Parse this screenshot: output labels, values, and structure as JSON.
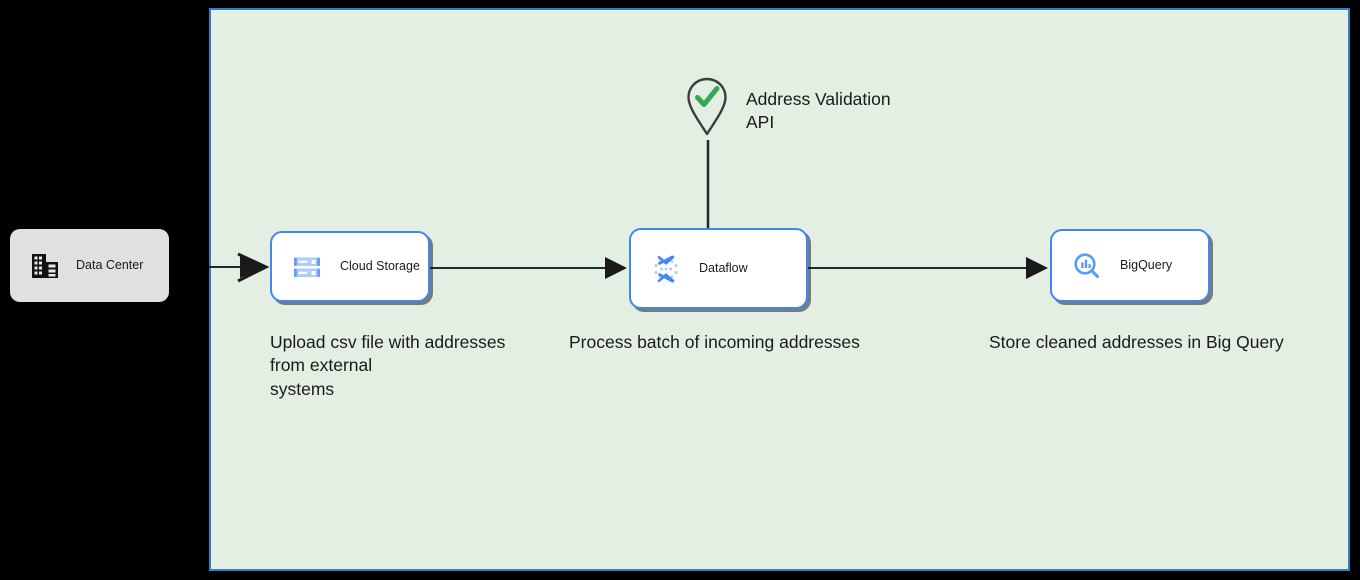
{
  "canvas": {
    "background_color": "#000000",
    "container": {
      "name": "cloud-boundary",
      "fill_color": "#e2efe2",
      "border_color": "#2e7fc4"
    }
  },
  "nodes": {
    "data_center": {
      "label": "Data Center",
      "icon": "building-icon",
      "fill_color": "#e0e0e0"
    },
    "cloud_storage": {
      "label": "Cloud Storage",
      "icon": "cloud-storage-icon",
      "border_color": "#4285f4",
      "fill_color": "#ffffff"
    },
    "dataflow": {
      "label": "Dataflow",
      "icon": "dataflow-icon",
      "border_color": "#4285f4",
      "fill_color": "#ffffff"
    },
    "bigquery": {
      "label": "BigQuery",
      "icon": "bigquery-icon",
      "border_color": "#4285f4",
      "fill_color": "#ffffff"
    },
    "address_validation_api": {
      "label": "Address Validation\nAPI",
      "icon": "map-pin-check-icon",
      "check_color": "#34a853",
      "pin_color": "#3d3d3d"
    }
  },
  "captions": {
    "upload": "Upload csv file with addresses\nfrom external\nsystems",
    "process": "Process batch of incoming addresses",
    "store": "Store cleaned addresses in Big Query"
  },
  "connectors": [
    {
      "name": "data-center-to-cloud-storage",
      "from": "data_center",
      "to": "cloud_storage",
      "style": "arrow"
    },
    {
      "name": "cloud-storage-to-dataflow",
      "from": "cloud_storage",
      "to": "dataflow",
      "style": "arrow"
    },
    {
      "name": "dataflow-to-bigquery",
      "from": "dataflow",
      "to": "bigquery",
      "style": "arrow"
    },
    {
      "name": "address-validation-api-to-dataflow",
      "from": "address_validation_api",
      "to": "dataflow",
      "style": "line"
    }
  ]
}
